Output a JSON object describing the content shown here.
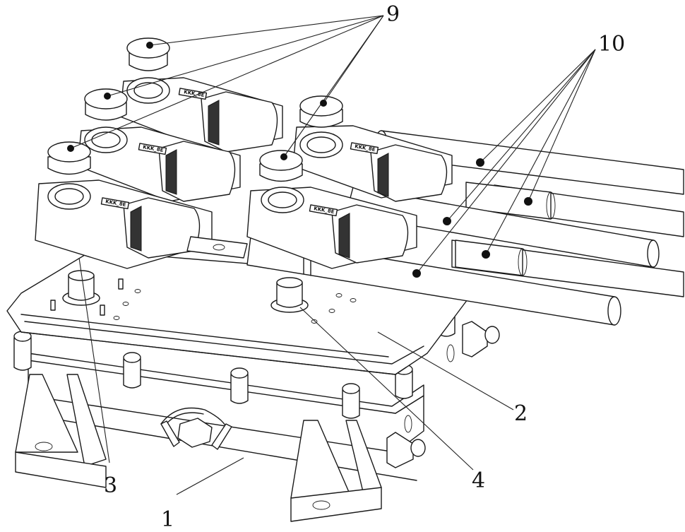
{
  "figure": {
    "type": "patent line drawing",
    "subject": "battery/electrical junction box with connector ports, caps and busbars",
    "housing_marking": "KKK_8E",
    "labels": [
      {
        "id": "label-1",
        "text": "1",
        "refers_to": "base-housing"
      },
      {
        "id": "label-2",
        "text": "2",
        "refers_to": "cover-plate"
      },
      {
        "id": "label-3",
        "text": "3",
        "refers_to": "connector-support-post"
      },
      {
        "id": "label-4",
        "text": "4",
        "refers_to": "mounting-post"
      },
      {
        "id": "label-9",
        "text": "9",
        "refers_to": "port-caps"
      },
      {
        "id": "label-10",
        "text": "10",
        "refers_to": "cable-tubes"
      }
    ],
    "colors": {
      "ink": "#1a1a1a",
      "paper": "#ffffff"
    }
  }
}
